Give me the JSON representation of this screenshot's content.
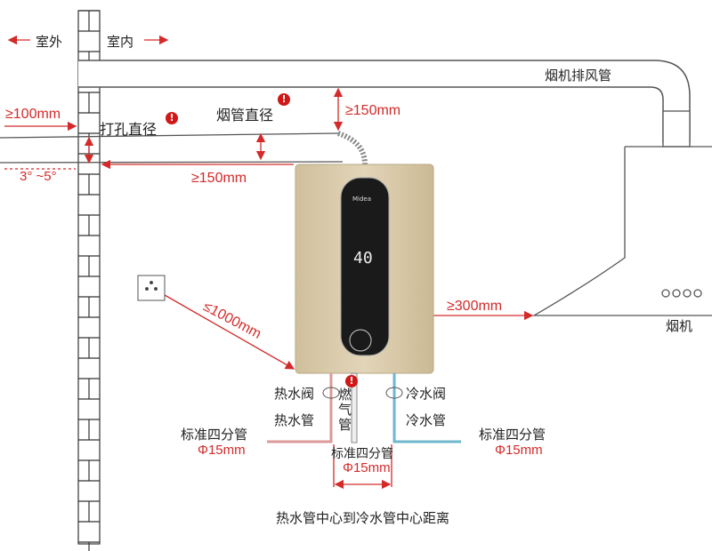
{
  "labels": {
    "outdoor": "室外",
    "indoor": "室内",
    "exhaust_duct": "烟机排风管",
    "hole_diameter": "打孔直径",
    "flue_diameter": "烟管直径",
    "min_100": "≥100mm",
    "min_150_top": "≥150mm",
    "min_150_side": "≥150mm",
    "slope": "3° ~5°",
    "max_1000": "≤1000mm",
    "min_300": "≥300mm",
    "range_hood": "烟机",
    "hot_valve": "热水阀",
    "cold_valve": "冷水阀",
    "hot_pipe": "热水管",
    "cold_pipe": "冷水管",
    "gas_pipe": "燃\n气\n管",
    "std_pipe_left": "标准四分管",
    "dia_left": "Φ15mm",
    "std_pipe_center": "标准四分管",
    "dia_center": "Φ15mm",
    "std_pipe_right": "标准四分管",
    "dia_right": "Φ15mm",
    "center_distance": "热水管中心到冷水管中心距离",
    "warning": "!"
  },
  "heater": {
    "brand": "Midea",
    "temperature": "40"
  },
  "colors": {
    "accent": "#d42a2a",
    "heater_body": "#d8c9a8",
    "panel": "#1a1a1a",
    "cold_pipe": "#6fb8cc"
  }
}
